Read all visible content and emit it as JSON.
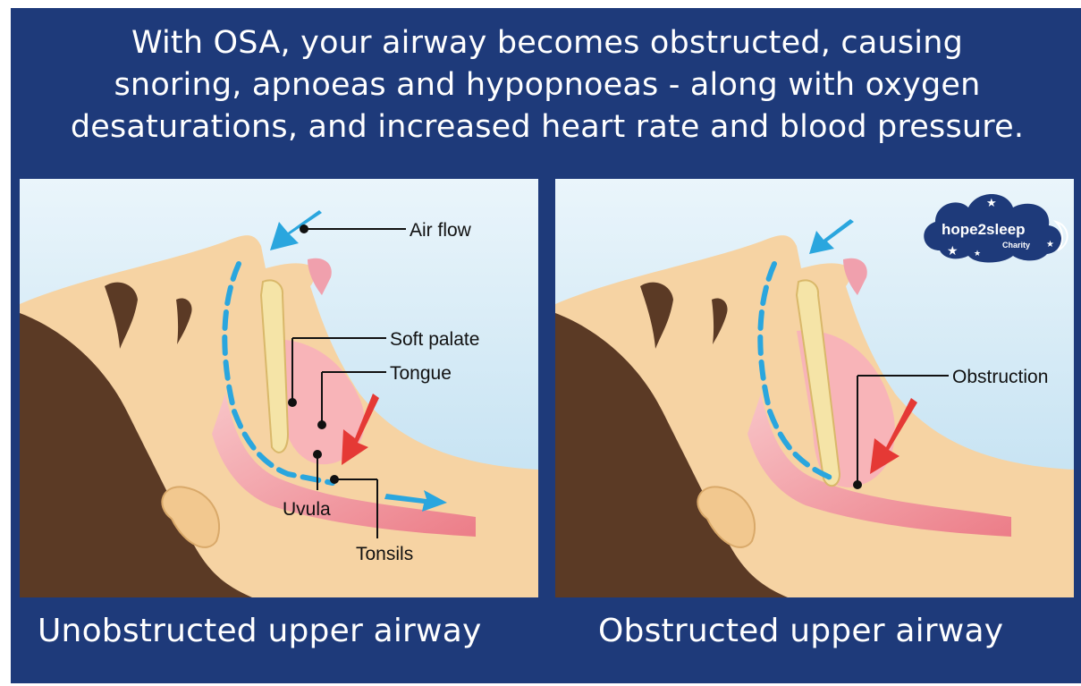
{
  "headline": {
    "line1": "With OSA, your airway becomes obstructed, causing",
    "line2": "snoring, apnoeas and hypopnoeas - along with oxygen",
    "line3": "desaturations, and increased heart rate and blood pressure."
  },
  "left_panel": {
    "caption": "Unobstructed upper airway",
    "labels": {
      "air_flow": "Air flow",
      "soft_palate": "Soft palate",
      "tongue": "Tongue",
      "uvula": "Uvula",
      "tonsils": "Tonsils"
    }
  },
  "right_panel": {
    "caption": "Obstructed upper airway",
    "labels": {
      "obstruction": "Obstruction"
    },
    "logo": {
      "name": "hope2sleep",
      "subtitle": "Charity"
    }
  },
  "colors": {
    "background": "#1e3a7a",
    "sky": "#d2e8f5",
    "skin": "#f6d3a3",
    "hair": "#5b3a25",
    "airway": "#ef8f98",
    "flow_arrow": "#2aa6de",
    "force_arrow": "#e53935"
  },
  "icons": [
    "airflow-arrow-icon",
    "pressure-arrow-icon",
    "star-icon",
    "moon-icon"
  ]
}
